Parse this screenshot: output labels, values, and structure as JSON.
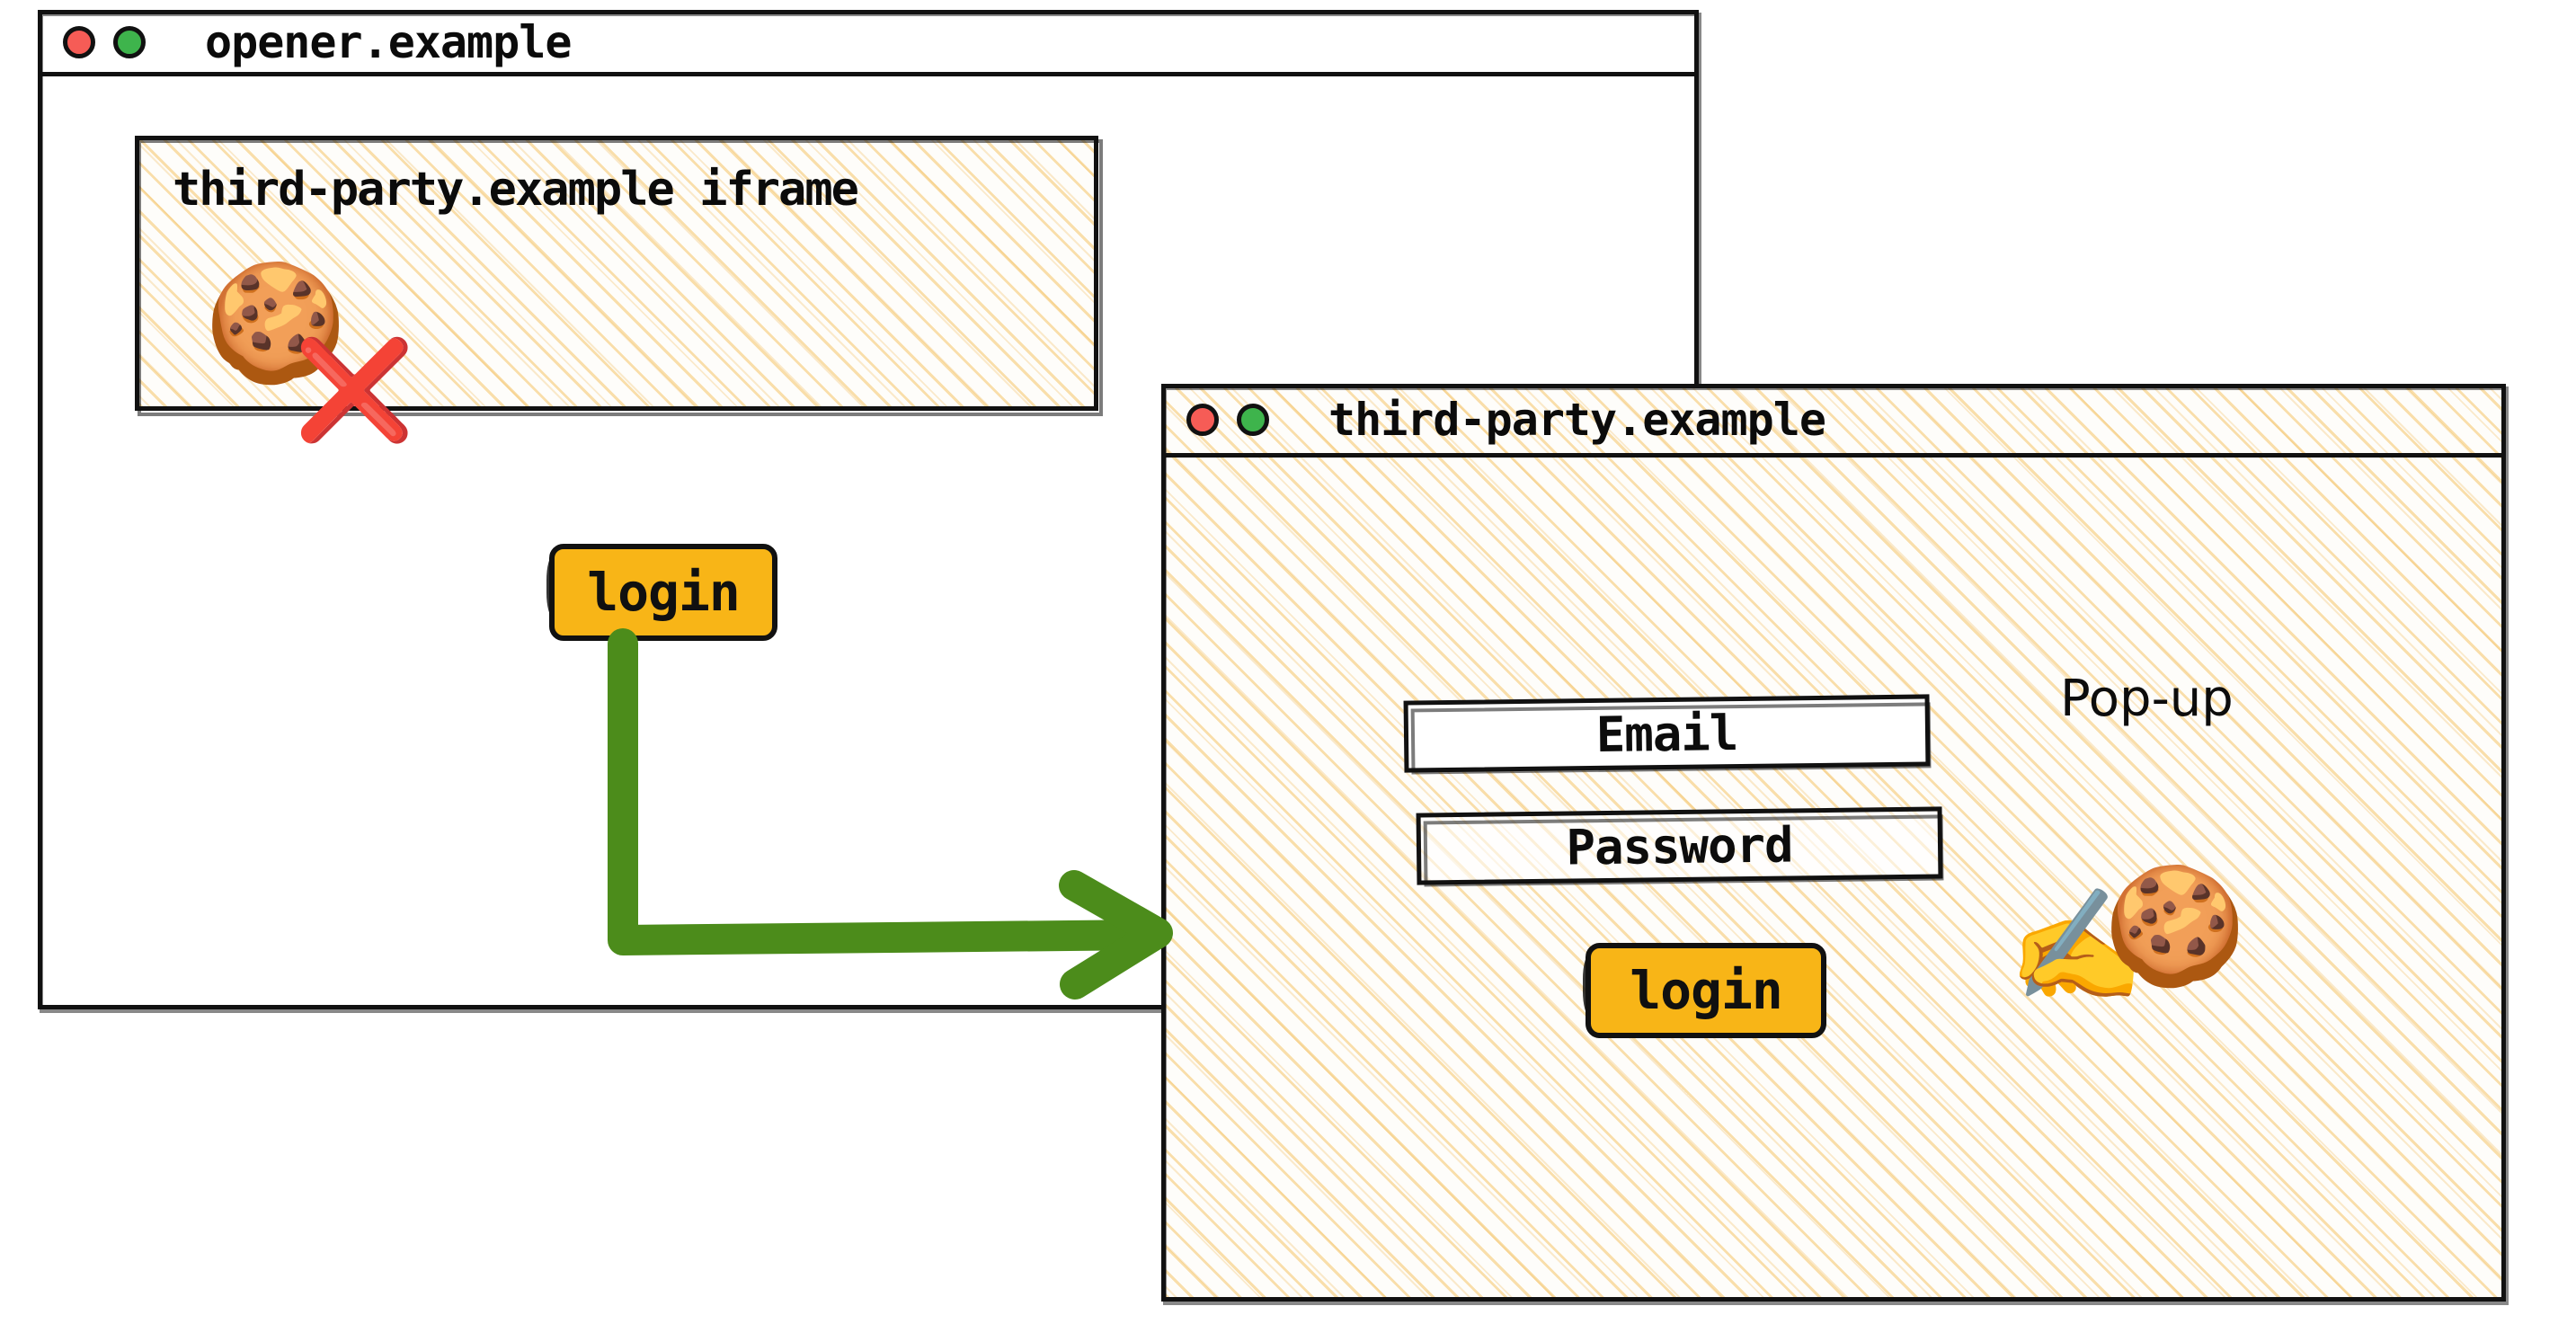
{
  "diagram": {
    "style": "hand-drawn sketch",
    "colors": {
      "amber_button": "#F8B517",
      "arrow_green": "#4C8C1B",
      "hatch_amber": "#F5C468",
      "traffic_red": "#F65C56",
      "traffic_green": "#3EB44C",
      "ink_black": "#111111"
    }
  },
  "opener_window": {
    "title": "opener.example",
    "traffic_lights": {
      "close": "red-dot",
      "maximize": "green-dot"
    },
    "iframe": {
      "label": "third-party.example iframe",
      "cookie_icon": "cookie-icon",
      "blocked_icon": "cross-mark-icon",
      "login_button_label": "login"
    }
  },
  "popup_window": {
    "title": "third-party.example",
    "annotation": "Pop-up",
    "traffic_lights": {
      "close": "red-dot",
      "maximize": "green-dot"
    },
    "form": {
      "email_label": "Email",
      "password_label": "Password",
      "login_button_label": "login"
    },
    "writing_hand_icon": "writing-hand-icon",
    "cookie_icon": "cookie-icon"
  },
  "flow_arrow": {
    "icon": "arrow-right-icon",
    "from": "iframe login button",
    "to": "third-party.example pop-up"
  },
  "glyphs": {
    "cookie": "🍪",
    "cross_mark": "❌",
    "writing_hand": "✍️"
  }
}
